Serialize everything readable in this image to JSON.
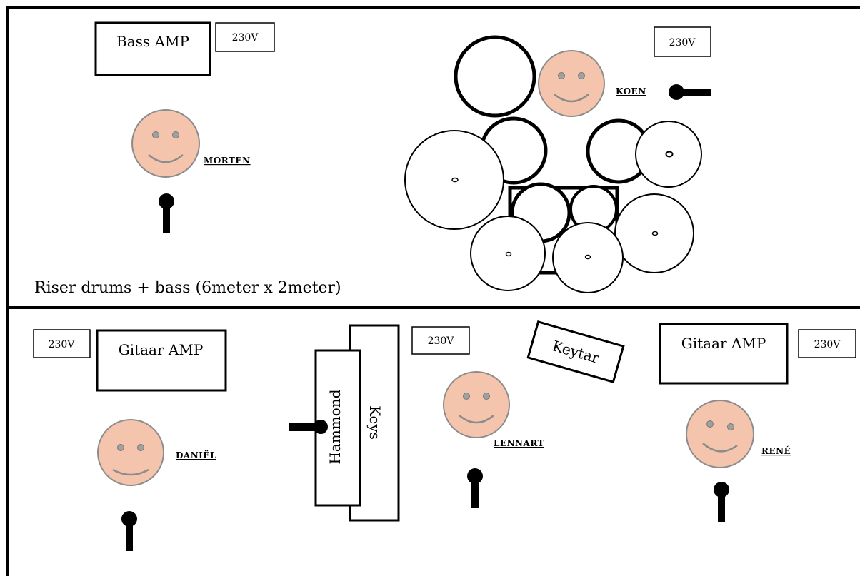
{
  "riser_label": "Riser drums + bass (6meter x 2meter)",
  "power_label": "230V",
  "amps": {
    "bass": "Bass AMP",
    "guitar_left": "Gitaar AMP",
    "guitar_right": "Gitaar AMP"
  },
  "instruments": {
    "hammond": "Hammond",
    "keys": "Keys",
    "keytar": "Keytar"
  },
  "musicians": {
    "morten": "MORTEN",
    "koen": "KOEN",
    "daniel": "DANIËL",
    "lennart": "LENNART",
    "rene": "RENÉ"
  },
  "colors": {
    "face_fill": "#f4c4ad",
    "face_stroke": "#8c8c8c",
    "eye_fill": "#a0a0a0",
    "line": "#000000"
  }
}
